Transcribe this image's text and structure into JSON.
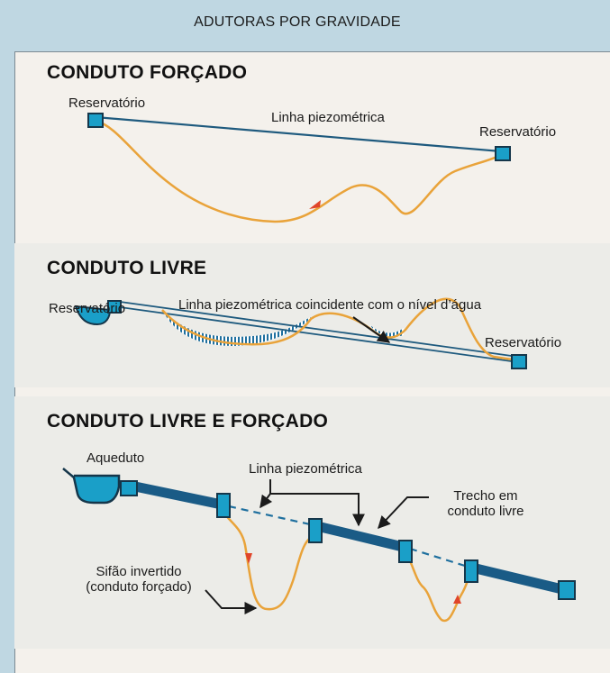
{
  "title": "ADUTORAS POR GRAVIDADE",
  "sections": {
    "forcado": {
      "heading": "CONDUTO FORÇADO",
      "reservoir_left": "Reservatório",
      "reservoir_right": "Reservatório",
      "line_label": "Linha piezométrica"
    },
    "livre": {
      "heading": "CONDUTO LIVRE",
      "reservoir_left": "Reservatório",
      "reservoir_right": "Reservatório",
      "line_label": "Linha piezométrica coincidente com o nível d’água"
    },
    "misto": {
      "heading": "CONDUTO LIVRE E FORÇADO",
      "aqueduct": "Aqueduto",
      "line_label": "Linha piezométrica",
      "free_stretch_line1": "Trecho em",
      "free_stretch_line2": "conduto livre",
      "siphon_line1": "Sifão invertido",
      "siphon_line2": "(conduto forçado)"
    }
  },
  "colors": {
    "background": "#bfd7e2",
    "panel": "#f4f1ec",
    "piezometric_line": "#1e5a7e",
    "pipe": "#e9a33a",
    "arrow": "#e0452a",
    "water": "#1a9fc8",
    "outline": "#15364a"
  }
}
